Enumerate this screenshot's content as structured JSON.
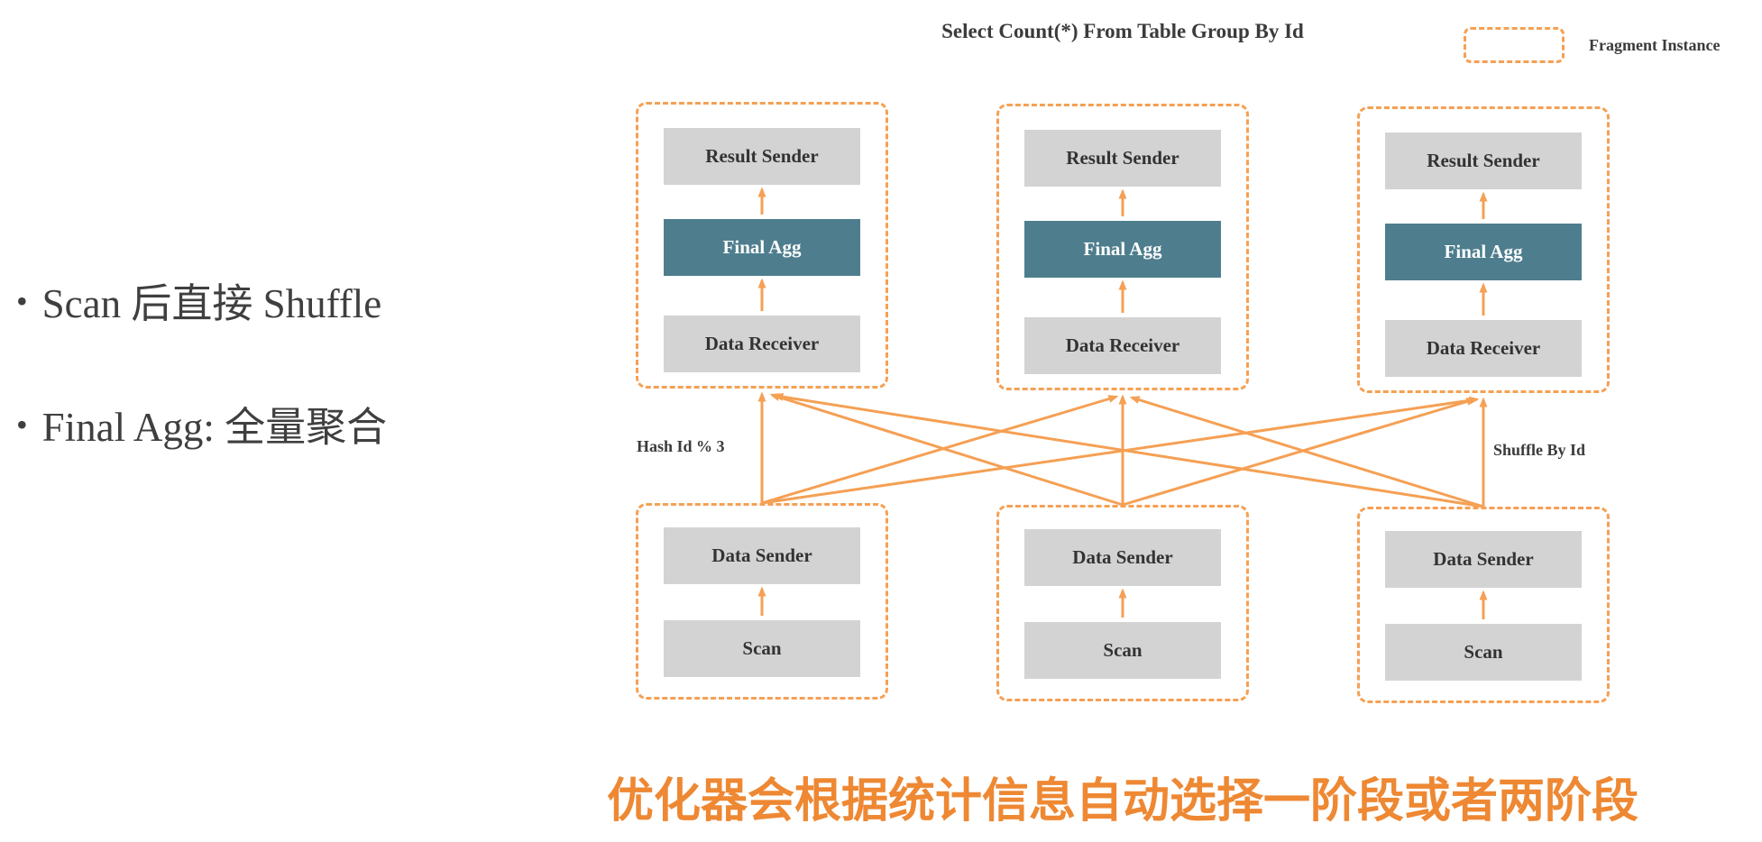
{
  "title": "Select Count(*) From Table Group By Id",
  "legend": {
    "label": "Fragment Instance"
  },
  "bullet_char": "•",
  "bullets": [
    {
      "text": "Scan 后直接 Shuffle"
    },
    {
      "text": "Final Agg: 全量聚合"
    }
  ],
  "nodes": {
    "result_sender": "Result Sender",
    "final_agg": "Final Agg",
    "data_receiver": "Data Receiver",
    "data_sender": "Data Sender",
    "scan": "Scan"
  },
  "edge_labels": {
    "left": "Hash Id % 3",
    "right": "Shuffle By Id"
  },
  "caption": "优化器会根据统计信息自动选择一阶段或者两阶段",
  "colors": {
    "accent_orange": "#F5A054",
    "caption_orange": "#EE8833",
    "node_gray": "#D3D3D3",
    "final_agg_teal": "#4E7E8E",
    "text_dark": "#3B3B3B"
  }
}
